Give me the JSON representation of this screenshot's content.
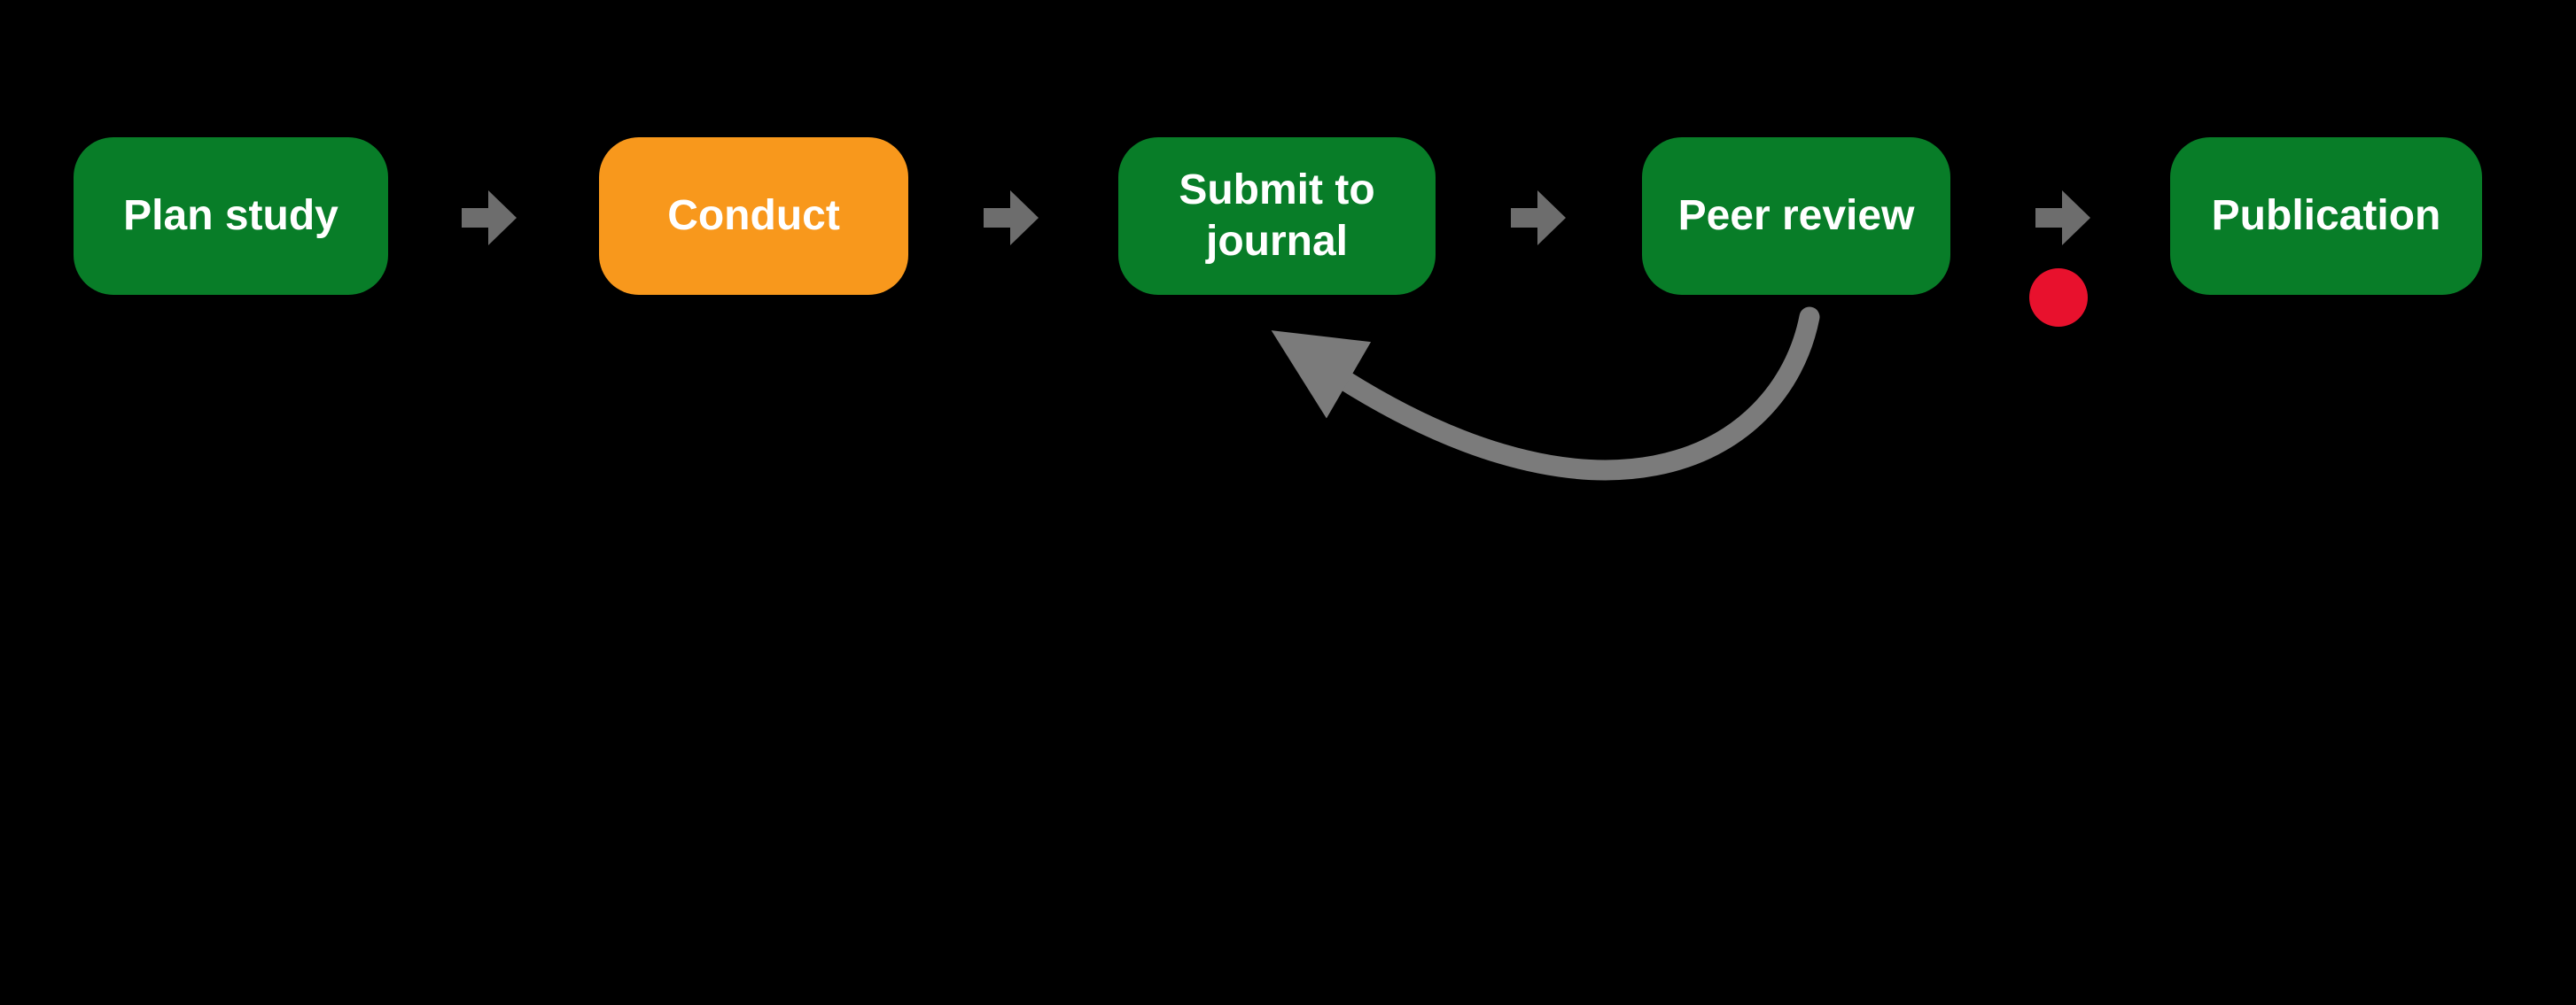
{
  "diagram": {
    "background_color": "#000000",
    "text_color": "#ffffff",
    "nodes": [
      {
        "label": "Plan study",
        "color": "#087d28"
      },
      {
        "label": "Conduct",
        "color": "#f8981c"
      },
      {
        "label": "Submit to journal",
        "color": "#087d28"
      },
      {
        "label": "Peer review",
        "color": "#087d28"
      },
      {
        "label": "Publication",
        "color": "#087d28"
      }
    ],
    "flow_arrow": {
      "color": "#6d6d6d",
      "count": 4
    },
    "feedback_arrow": {
      "color": "#7b7b7b",
      "from": "Peer review",
      "to": "Submit to journal"
    },
    "stop_dot": {
      "color": "#e8112d",
      "location": "below arrow between Peer review and Publication"
    }
  }
}
